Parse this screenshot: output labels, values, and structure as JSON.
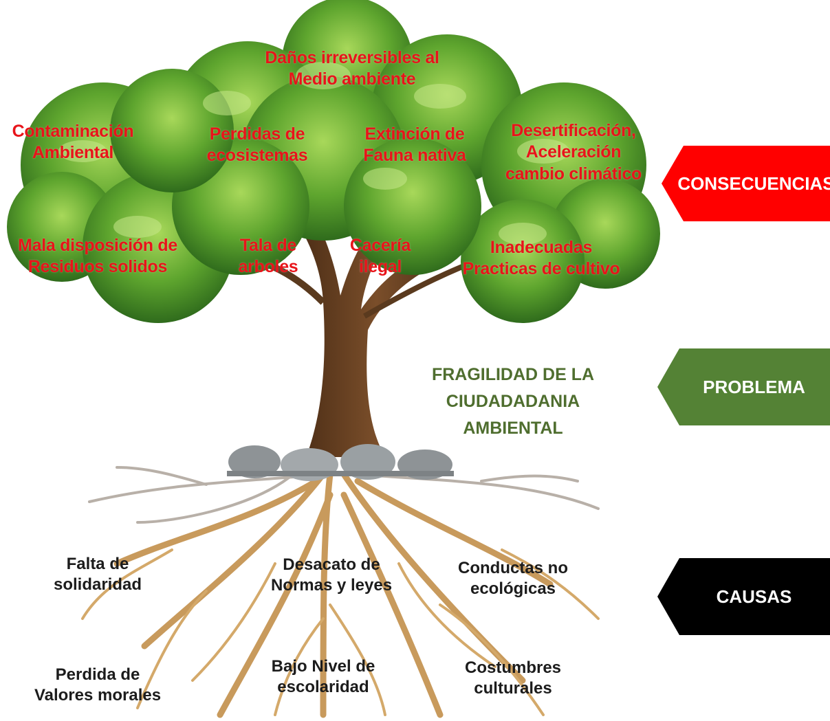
{
  "consequences": [
    "Daños irreversibles al\nMedio ambiente",
    "Contaminación\nAmbiental",
    "Perdidas de\necosistemas",
    "Extinción de\nFauna nativa",
    "Desertificación,\nAceleración\ncambio climático",
    "Mala disposición de\nResiduos solidos",
    "Tala de\narboles",
    "Cacería\nilegal",
    "Inadecuadas\nPracticas de cultivo"
  ],
  "problem": "FRAGILIDAD DE LA\nCIUDADADANIA\nAMBIENTAL",
  "causes": [
    "Falta de\nsolidaridad",
    "Desacato de\nNormas y leyes",
    "Conductas no\necológicas",
    "Perdida de\nValores morales",
    "Bajo Nivel de\nescolaridad",
    "Costumbres\nculturales"
  ],
  "tags": {
    "consequences": "CONSECUENCIAS",
    "problem": "PROBLEMA",
    "causes": "CAUSAS"
  },
  "colors": {
    "consequences_tag": "#ff0000",
    "problem_tag": "#548235",
    "causes_tag": "#000000",
    "consequence_text": "#e8141a",
    "problem_text": "#4f6e2f",
    "foliage": "#5a9a2c",
    "trunk": "#6b4423",
    "roots": "#c9a06a"
  }
}
